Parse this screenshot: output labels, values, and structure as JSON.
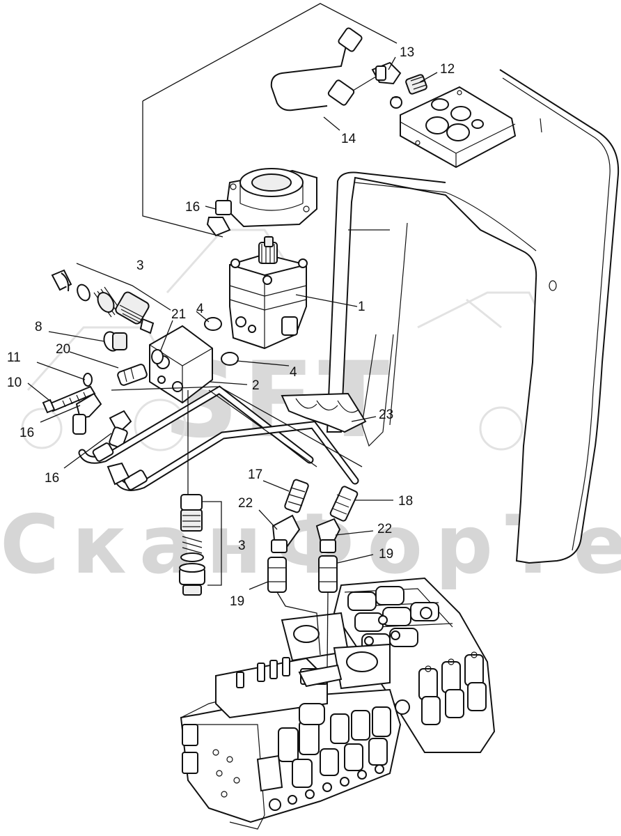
{
  "watermark": {
    "logo": "SFT",
    "text": "СканФорТек"
  },
  "callouts": [
    {
      "id": "c13",
      "label": "13"
    },
    {
      "id": "c12",
      "label": "12"
    },
    {
      "id": "c14",
      "label": "14"
    },
    {
      "id": "c16a",
      "label": "16"
    },
    {
      "id": "c3a",
      "label": "3"
    },
    {
      "id": "c21",
      "label": "21"
    },
    {
      "id": "c4a",
      "label": "4"
    },
    {
      "id": "c1",
      "label": "1"
    },
    {
      "id": "c8",
      "label": "8"
    },
    {
      "id": "c20",
      "label": "20"
    },
    {
      "id": "c11",
      "label": "11"
    },
    {
      "id": "c4b",
      "label": "4"
    },
    {
      "id": "c10",
      "label": "10"
    },
    {
      "id": "c2",
      "label": "2"
    },
    {
      "id": "c16b",
      "label": "16"
    },
    {
      "id": "c23",
      "label": "23"
    },
    {
      "id": "c16c",
      "label": "16"
    },
    {
      "id": "c17",
      "label": "17"
    },
    {
      "id": "c18",
      "label": "18"
    },
    {
      "id": "c22a",
      "label": "22"
    },
    {
      "id": "c22b",
      "label": "22"
    },
    {
      "id": "c3b",
      "label": "3"
    },
    {
      "id": "c19a",
      "label": "19"
    },
    {
      "id": "c19b",
      "label": "19"
    }
  ]
}
